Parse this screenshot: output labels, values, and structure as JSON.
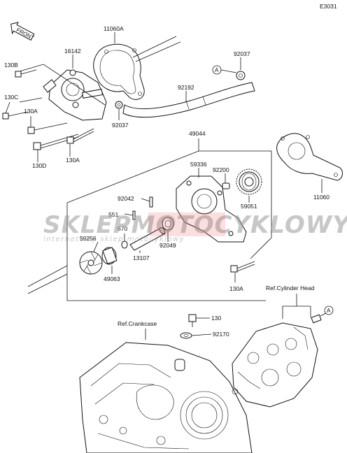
{
  "diagram_id": "E3031",
  "front_label": "FRONT",
  "watermark": {
    "main": "SKLEPMOTOCYKLOWY.PL",
    "main_red": "MOTO",
    "sub": "internetowy sklep motocyklowy"
  },
  "callouts": {
    "a_top": "A",
    "a_right": "A"
  },
  "parts": {
    "p11060A": "11060A",
    "p16142": "16142",
    "p130B": "130B",
    "p130C": "130C",
    "p130A_1": "130A",
    "p130D": "130D",
    "p130A_2": "130A",
    "p92037_top": "92037",
    "p92037_bottom": "92037",
    "p92192": "92192",
    "p49044": "49044",
    "p59336": "59336",
    "p92200": "92200",
    "p59051": "59051",
    "p11060": "11060",
    "p92042": "92042",
    "p551": "551",
    "p670": "670",
    "p59256": "59256",
    "p13107": "13107",
    "p92049": "92049",
    "p49063": "49063",
    "p130A_3": "130A",
    "p130": "130",
    "p92170": "92170"
  },
  "references": {
    "cylinder_head": "Ref.Cylinder Head",
    "crankcase": "Ref.Crankcase"
  }
}
